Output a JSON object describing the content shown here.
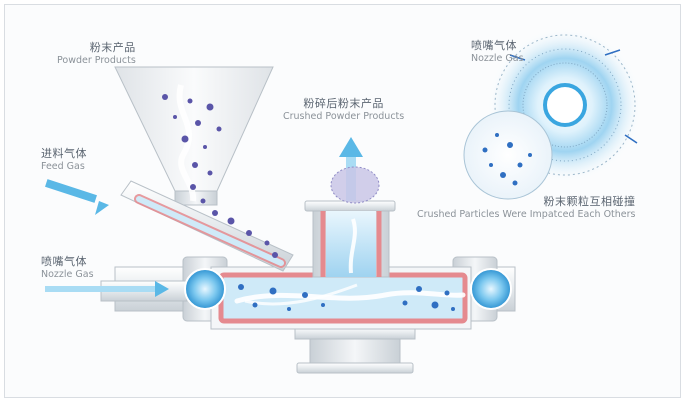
{
  "labels": {
    "powder_products": {
      "zh": "粉末产品",
      "en": "Powder Products"
    },
    "crushed_powder_products": {
      "zh": "粉碎后粉末产品",
      "en": "Crushed Powder Products"
    },
    "feed_gas": {
      "zh": "进料气体",
      "en": "Feed Gas"
    },
    "nozzle_gas_left": {
      "zh": "喷嘴气体",
      "en": "Nozzle Gas"
    },
    "nozzle_gas_top": {
      "zh": "喷嘴气体",
      "en": "Nozzle Gas"
    },
    "crushed_particles": {
      "zh": "粉末颗粒互相碰撞",
      "en": "Crushed Particles Were Impatced Each Others"
    }
  },
  "colors": {
    "powder_particle": "#5a55a8",
    "particle_blue": "#2f6fc2",
    "gas_arrow": "#5ab8e6",
    "chamber_wall": "#e58a8f",
    "chamber_fill": "#cfeaf8",
    "nozzle_glow": "#3aa6e0",
    "pipe_gray": "#d6dbe0"
  },
  "icons": {
    "feed_arrow": "right-arrow-icon",
    "nozzle_arrow": "right-arrow-icon",
    "output_arrow": "up-arrow-icon"
  }
}
